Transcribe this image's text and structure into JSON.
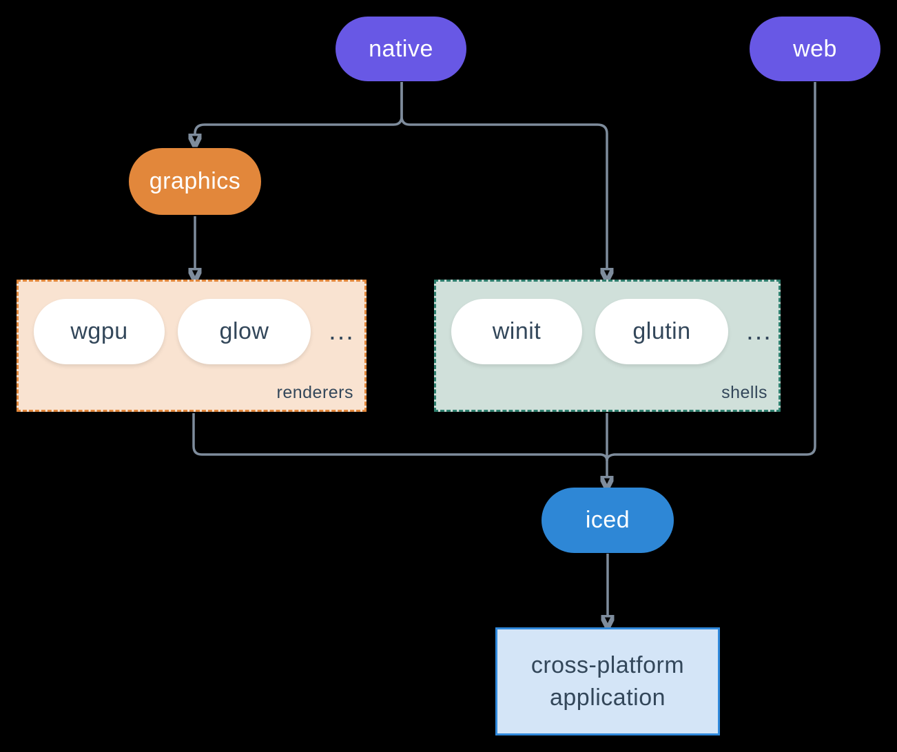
{
  "nodes": {
    "native": {
      "label": "native"
    },
    "web": {
      "label": "web"
    },
    "graphics": {
      "label": "graphics"
    },
    "iced": {
      "label": "iced"
    },
    "app": {
      "line1": "cross-platform",
      "line2": "application"
    }
  },
  "groups": {
    "renderers": {
      "label": "renderers",
      "items": [
        "wgpu",
        "glow"
      ],
      "ellipsis": "..."
    },
    "shells": {
      "label": "shells",
      "items": [
        "winit",
        "glutin"
      ],
      "ellipsis": "..."
    }
  },
  "edges": [
    {
      "from": "native",
      "to": "graphics"
    },
    {
      "from": "native",
      "to": "shells"
    },
    {
      "from": "graphics",
      "to": "renderers"
    },
    {
      "from": "renderers",
      "to": "iced"
    },
    {
      "from": "shells",
      "to": "iced"
    },
    {
      "from": "web",
      "to": "iced"
    },
    {
      "from": "iced",
      "to": "app"
    }
  ],
  "colors": {
    "bg": "#000000",
    "purple": "#6858e5",
    "orange": "#e2873b",
    "peach": "#f9e3d1",
    "teal": "#2e7f6e",
    "sage": "#d0e0da",
    "blue": "#2e87d6",
    "lightblue": "#d4e5f7",
    "blueborder": "#3089dc",
    "slate": "#33475a",
    "line": "#7e8c9c",
    "pillwhite": "#ffffff"
  }
}
